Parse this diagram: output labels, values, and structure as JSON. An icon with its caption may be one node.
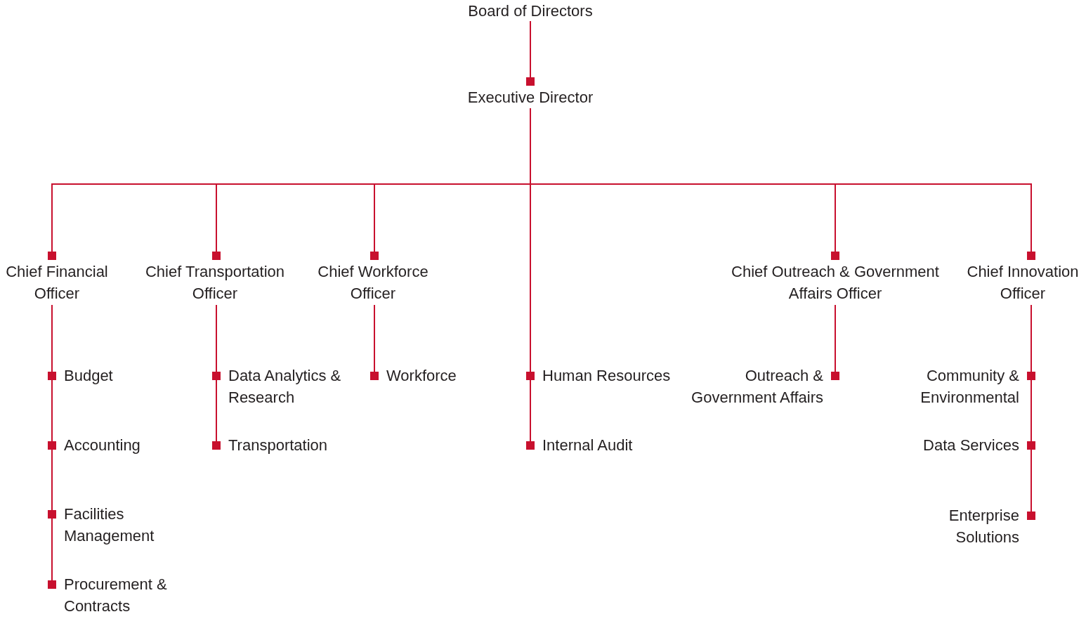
{
  "diagram": {
    "nodes": [
      {
        "text": [
          "Board of Directors"
        ]
      },
      {
        "text": [
          "Executive Director"
        ]
      },
      {
        "text": [
          "Chief Financial Officer"
        ]
      },
      {
        "text": [
          "Chief Transportation Officer"
        ]
      },
      {
        "text": [
          "Chief Workforce Officer"
        ]
      },
      {
        "text": [
          "Chief Outreach & Government Affairs Officer"
        ]
      },
      {
        "text": [
          "Chief Innovation Officer"
        ]
      },
      {
        "text": [
          "Budget"
        ]
      },
      {
        "text": [
          "Accounting"
        ]
      },
      {
        "text": [
          "Facilities Management"
        ]
      },
      {
        "text": [
          "Procurement & Contracts"
        ]
      },
      {
        "text": [
          "Data Analytics & Research"
        ]
      },
      {
        "text": [
          "Transportation"
        ]
      },
      {
        "text": [
          "Workforce"
        ]
      },
      {
        "text": [
          "Human Resources"
        ]
      },
      {
        "text": [
          "Internal Audit"
        ]
      },
      {
        "text": [
          "Outreach & Government Affairs"
        ]
      },
      {
        "text": [
          "Community & Environmental"
        ]
      },
      {
        "text": [
          "Data Services"
        ]
      },
      {
        "text": [
          "Enterprise Solutions"
        ]
      }
    ],
    "edges": [
      {
        "from": 0,
        "to": 1,
        "arrow": "other"
      },
      {
        "from": 1,
        "to": 2,
        "arrow": "other"
      },
      {
        "from": 1,
        "to": 3,
        "arrow": "other"
      },
      {
        "from": 1,
        "to": 4,
        "arrow": "other"
      },
      {
        "from": 1,
        "to": 5,
        "arrow": "other"
      },
      {
        "from": 1,
        "to": 6,
        "arrow": "other"
      },
      {
        "from": 1,
        "to": 14,
        "arrow": "other"
      },
      {
        "from": 1,
        "to": 15,
        "arrow": "other"
      },
      {
        "from": 2,
        "to": 7,
        "arrow": "other"
      },
      {
        "from": 2,
        "to": 8,
        "arrow": "other"
      },
      {
        "from": 2,
        "to": 9,
        "arrow": "other"
      },
      {
        "from": 2,
        "to": 10,
        "arrow": "other"
      },
      {
        "from": 3,
        "to": 11,
        "arrow": "other"
      },
      {
        "from": 3,
        "to": 12,
        "arrow": "other"
      },
      {
        "from": 4,
        "to": 13,
        "arrow": "other"
      },
      {
        "from": 5,
        "to": 16,
        "arrow": "other"
      },
      {
        "from": 6,
        "to": 17,
        "arrow": "other"
      },
      {
        "from": 6,
        "to": 18,
        "arrow": "other"
      },
      {
        "from": 6,
        "to": 19,
        "arrow": "other"
      }
    ]
  }
}
